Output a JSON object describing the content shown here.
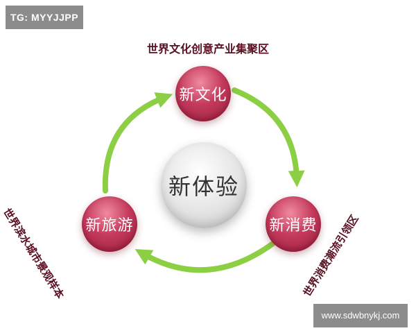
{
  "watermark": {
    "tg": "TG: MYYJJPP",
    "url": "www.sdwbnykj.com"
  },
  "nodes": {
    "center": "新体验",
    "top": "新文化",
    "left": "新旅游",
    "right": "新消费"
  },
  "captions": {
    "top": "世界文化创意产业集聚区",
    "left": "世界滨水城市景观样本",
    "right": "世界消费潮流引领区"
  },
  "colors": {
    "arrow": "#8ccf45",
    "node_red": "#b8304f",
    "caption": "#5a1020",
    "watermark_bg": "#8c8c8c"
  }
}
